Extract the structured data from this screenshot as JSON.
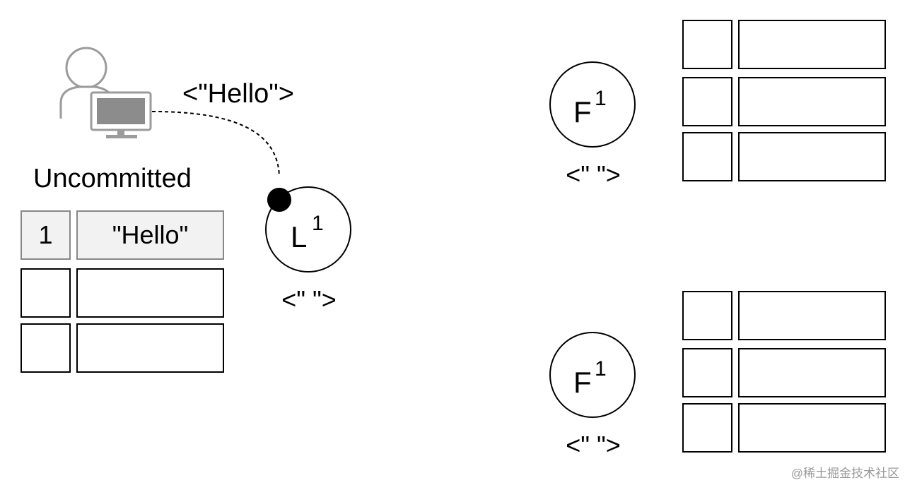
{
  "client": {
    "message": "<\"Hello\">"
  },
  "uncommitted": {
    "title": "Uncommitted",
    "rows": [
      {
        "index": "1",
        "value": "\"Hello\""
      },
      {
        "index": "",
        "value": ""
      },
      {
        "index": "",
        "value": ""
      }
    ]
  },
  "leader": {
    "letter": "L",
    "term": "1",
    "value": "<\" \">"
  },
  "follower1": {
    "letter": "F",
    "term": "1",
    "value": "<\" \">"
  },
  "follower2": {
    "letter": "F",
    "term": "1",
    "value": "<\" \">"
  },
  "follower1_log": {
    "rows": [
      {
        "index": "",
        "value": ""
      },
      {
        "index": "",
        "value": ""
      },
      {
        "index": "",
        "value": ""
      }
    ]
  },
  "follower2_log": {
    "rows": [
      {
        "index": "",
        "value": ""
      },
      {
        "index": "",
        "value": ""
      },
      {
        "index": "",
        "value": ""
      }
    ]
  },
  "watermark": "@稀土掘金技术社区"
}
